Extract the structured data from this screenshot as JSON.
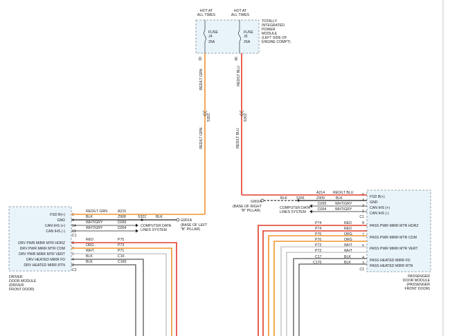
{
  "fuse_module": {
    "hot_left": [
      "HOT AT",
      "ALL TIMES"
    ],
    "hot_right": [
      "HOT AT",
      "ALL TIMES"
    ],
    "fuse_left": [
      "FUSE",
      "J4",
      "25A"
    ],
    "fuse_right": [
      "FUSE",
      "J5",
      "25A"
    ],
    "label": [
      "TOTALLY",
      "INTEGRATED",
      "POWER",
      "MODULE",
      "(LEFT SIDE OF",
      "ENGINE COMPT)"
    ],
    "pin_left": "30",
    "pin_right": "40",
    "wire_left": "RED/LT GRN",
    "wire_right": "RED/LT BLU",
    "splice_left": "S302",
    "splice_right": "S302"
  },
  "driver": {
    "pins": [
      {
        "num": "1",
        "label": "FSD B(+)"
      },
      {
        "num": "4",
        "label": "GND"
      },
      {
        "num": "14",
        "label": "CAN IHS (+)"
      },
      {
        "num": "13",
        "label": "CAN IHS (-)"
      },
      {
        "num": "8",
        "label": "DRV PWR MIRR MTR HORZ"
      },
      {
        "num": "7",
        "label": "DRV PWR MIRR MTR COM"
      },
      {
        "num": "6",
        "label": "DRV PWR MIRR MTR VERT"
      },
      {
        "num": "4",
        "label": "DRV HEATED MIRR FD"
      },
      {
        "num": "3",
        "label": "DRV HEATED MIRR RTN"
      }
    ],
    "connectors": [
      "C1",
      "C2"
    ],
    "module_label": [
      "DRIVER",
      "DOOR MODULE",
      "(DRIVER",
      "FRONT DOOR)"
    ],
    "wires": [
      {
        "color": "RED/LT GRN",
        "circuit": "A215"
      },
      {
        "color": "BLK",
        "circuit": "Z908"
      },
      {
        "color": "WHT/GRY",
        "circuit": "D265"
      },
      {
        "color": "WHT/GRY",
        "circuit": "D264"
      },
      {
        "color": "RED",
        "circuit": "P75"
      },
      {
        "color": "ORG",
        "circuit": "P73"
      },
      {
        "color": "WHT",
        "circuit": "P71"
      },
      {
        "color": "BLK",
        "circuit": "C16"
      },
      {
        "color": "BLK",
        "circuit": "C160"
      }
    ],
    "splice": "S322",
    "ground_wire": "BLK",
    "ground": "G901A",
    "ground_note": [
      "(BASE OF LEFT",
      "\"B\" PILLAR)"
    ],
    "data_label": [
      "COMPUTER DATA",
      "LINES SYSTEM"
    ]
  },
  "passenger": {
    "pins": [
      {
        "num": "6",
        "label": "FSD B(+)"
      },
      {
        "num": "4",
        "label": "GND"
      },
      {
        "num": "2",
        "label": "CAN IHS (+)"
      },
      {
        "num": "1",
        "label": "CAN IHS (-)"
      },
      {
        "num": "8",
        "label": "PASS PWR MIRR MTR HORZ"
      },
      {
        "num": "7",
        "label": "PASS PWR MIRR MTR COM"
      },
      {
        "num": "6",
        "label": "PASS PWR MIRR MTR VERT"
      },
      {
        "num": "4",
        "label": "PASS HEATED MIRR FD"
      },
      {
        "num": "3",
        "label": "PASS HEATED MIRR RTN"
      }
    ],
    "connectors": [
      "C1",
      "C2"
    ],
    "module_label": [
      "PASSENGER",
      "DOOR MODULE",
      "(PASSENGER",
      "FRONT DOOR)"
    ],
    "wires": [
      {
        "color": "RED/LT BLU",
        "circuit": "A214"
      },
      {
        "color": "BLK",
        "circuit": "Z909"
      },
      {
        "color": "WHT/GRY",
        "circuit": "D265"
      },
      {
        "color": "WHT/GRY",
        "circuit": "D264"
      },
      {
        "color": "RED",
        "circuit": "P74"
      },
      {
        "color": "RED",
        "circuit": "P74"
      },
      {
        "color": "ORG",
        "circuit": "P70"
      },
      {
        "color": "ORG",
        "circuit": "P70"
      },
      {
        "color": "WHT",
        "circuit": "P72"
      },
      {
        "color": "WHT",
        "circuit": "P72"
      },
      {
        "color": "BLK",
        "circuit": "C17"
      },
      {
        "color": "BLK",
        "circuit": "C170"
      }
    ],
    "splice": "S341",
    "ground_wire": "BLK",
    "ground": "G902A",
    "ground_note": [
      "(BASE OF RIGHT",
      "\"B\" PILLAR)"
    ],
    "data_label": [
      "COMPUTER DATA",
      "LINES SYSTEM"
    ]
  },
  "colors": {
    "red": "#e03a2a",
    "orange": "#f0922a",
    "white_wire": "#c8c8c8",
    "black": "#222222",
    "box_fill": "#e9f4fa"
  }
}
